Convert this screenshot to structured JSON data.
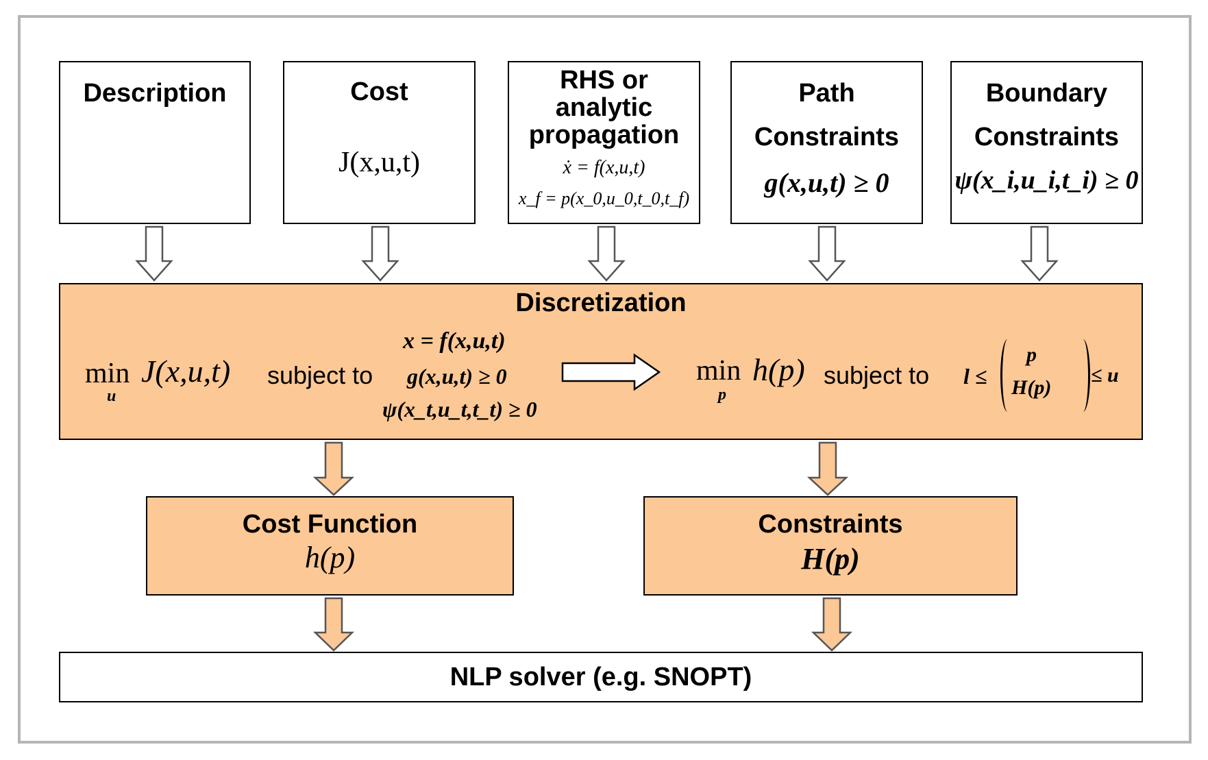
{
  "top_boxes": {
    "description": {
      "title": "Description"
    },
    "cost": {
      "title": "Cost",
      "formula": "J(x,u,t)"
    },
    "rhs": {
      "title_line1": "RHS or",
      "title_line2": "analytic",
      "title_line3": "propagation",
      "formula1": "ẋ = f(x,u,t)",
      "formula2": "x_f = p(x_0,u_0,t_0,t_f)"
    },
    "path": {
      "title_line1": "Path",
      "title_line2": "Constraints",
      "formula": "g(x,u,t) ≥ 0"
    },
    "boundary": {
      "title_line1": "Boundary",
      "title_line2": "Constraints",
      "formula": "ψ(x_i,u_i,t_i) ≥ 0"
    }
  },
  "discretization": {
    "title": "Discretization",
    "min_label": "min",
    "min_sub_u": "u",
    "objective_left": "J(x,u,t)",
    "subject_to": "subject to",
    "constraint1": "x = f(x,u,t)",
    "constraint2": "g(x,u,t) ≥ 0",
    "constraint3": "ψ(x_t,u_t,t_t) ≥ 0",
    "min_sub_p": "p",
    "objective_right": "h(p)",
    "bound_lower": "l ≤",
    "vector_top": "p",
    "vector_bottom": "H(p)",
    "bound_upper": "≤ u"
  },
  "cost_function": {
    "title": "Cost Function",
    "formula": "h(p)"
  },
  "constraints": {
    "title": "Constraints",
    "formula": "H(p)"
  },
  "solver": {
    "label": "NLP solver (e.g. SNOPT)"
  },
  "colors": {
    "process_fill": "#fcc896",
    "frame": "#b5b5b5"
  }
}
